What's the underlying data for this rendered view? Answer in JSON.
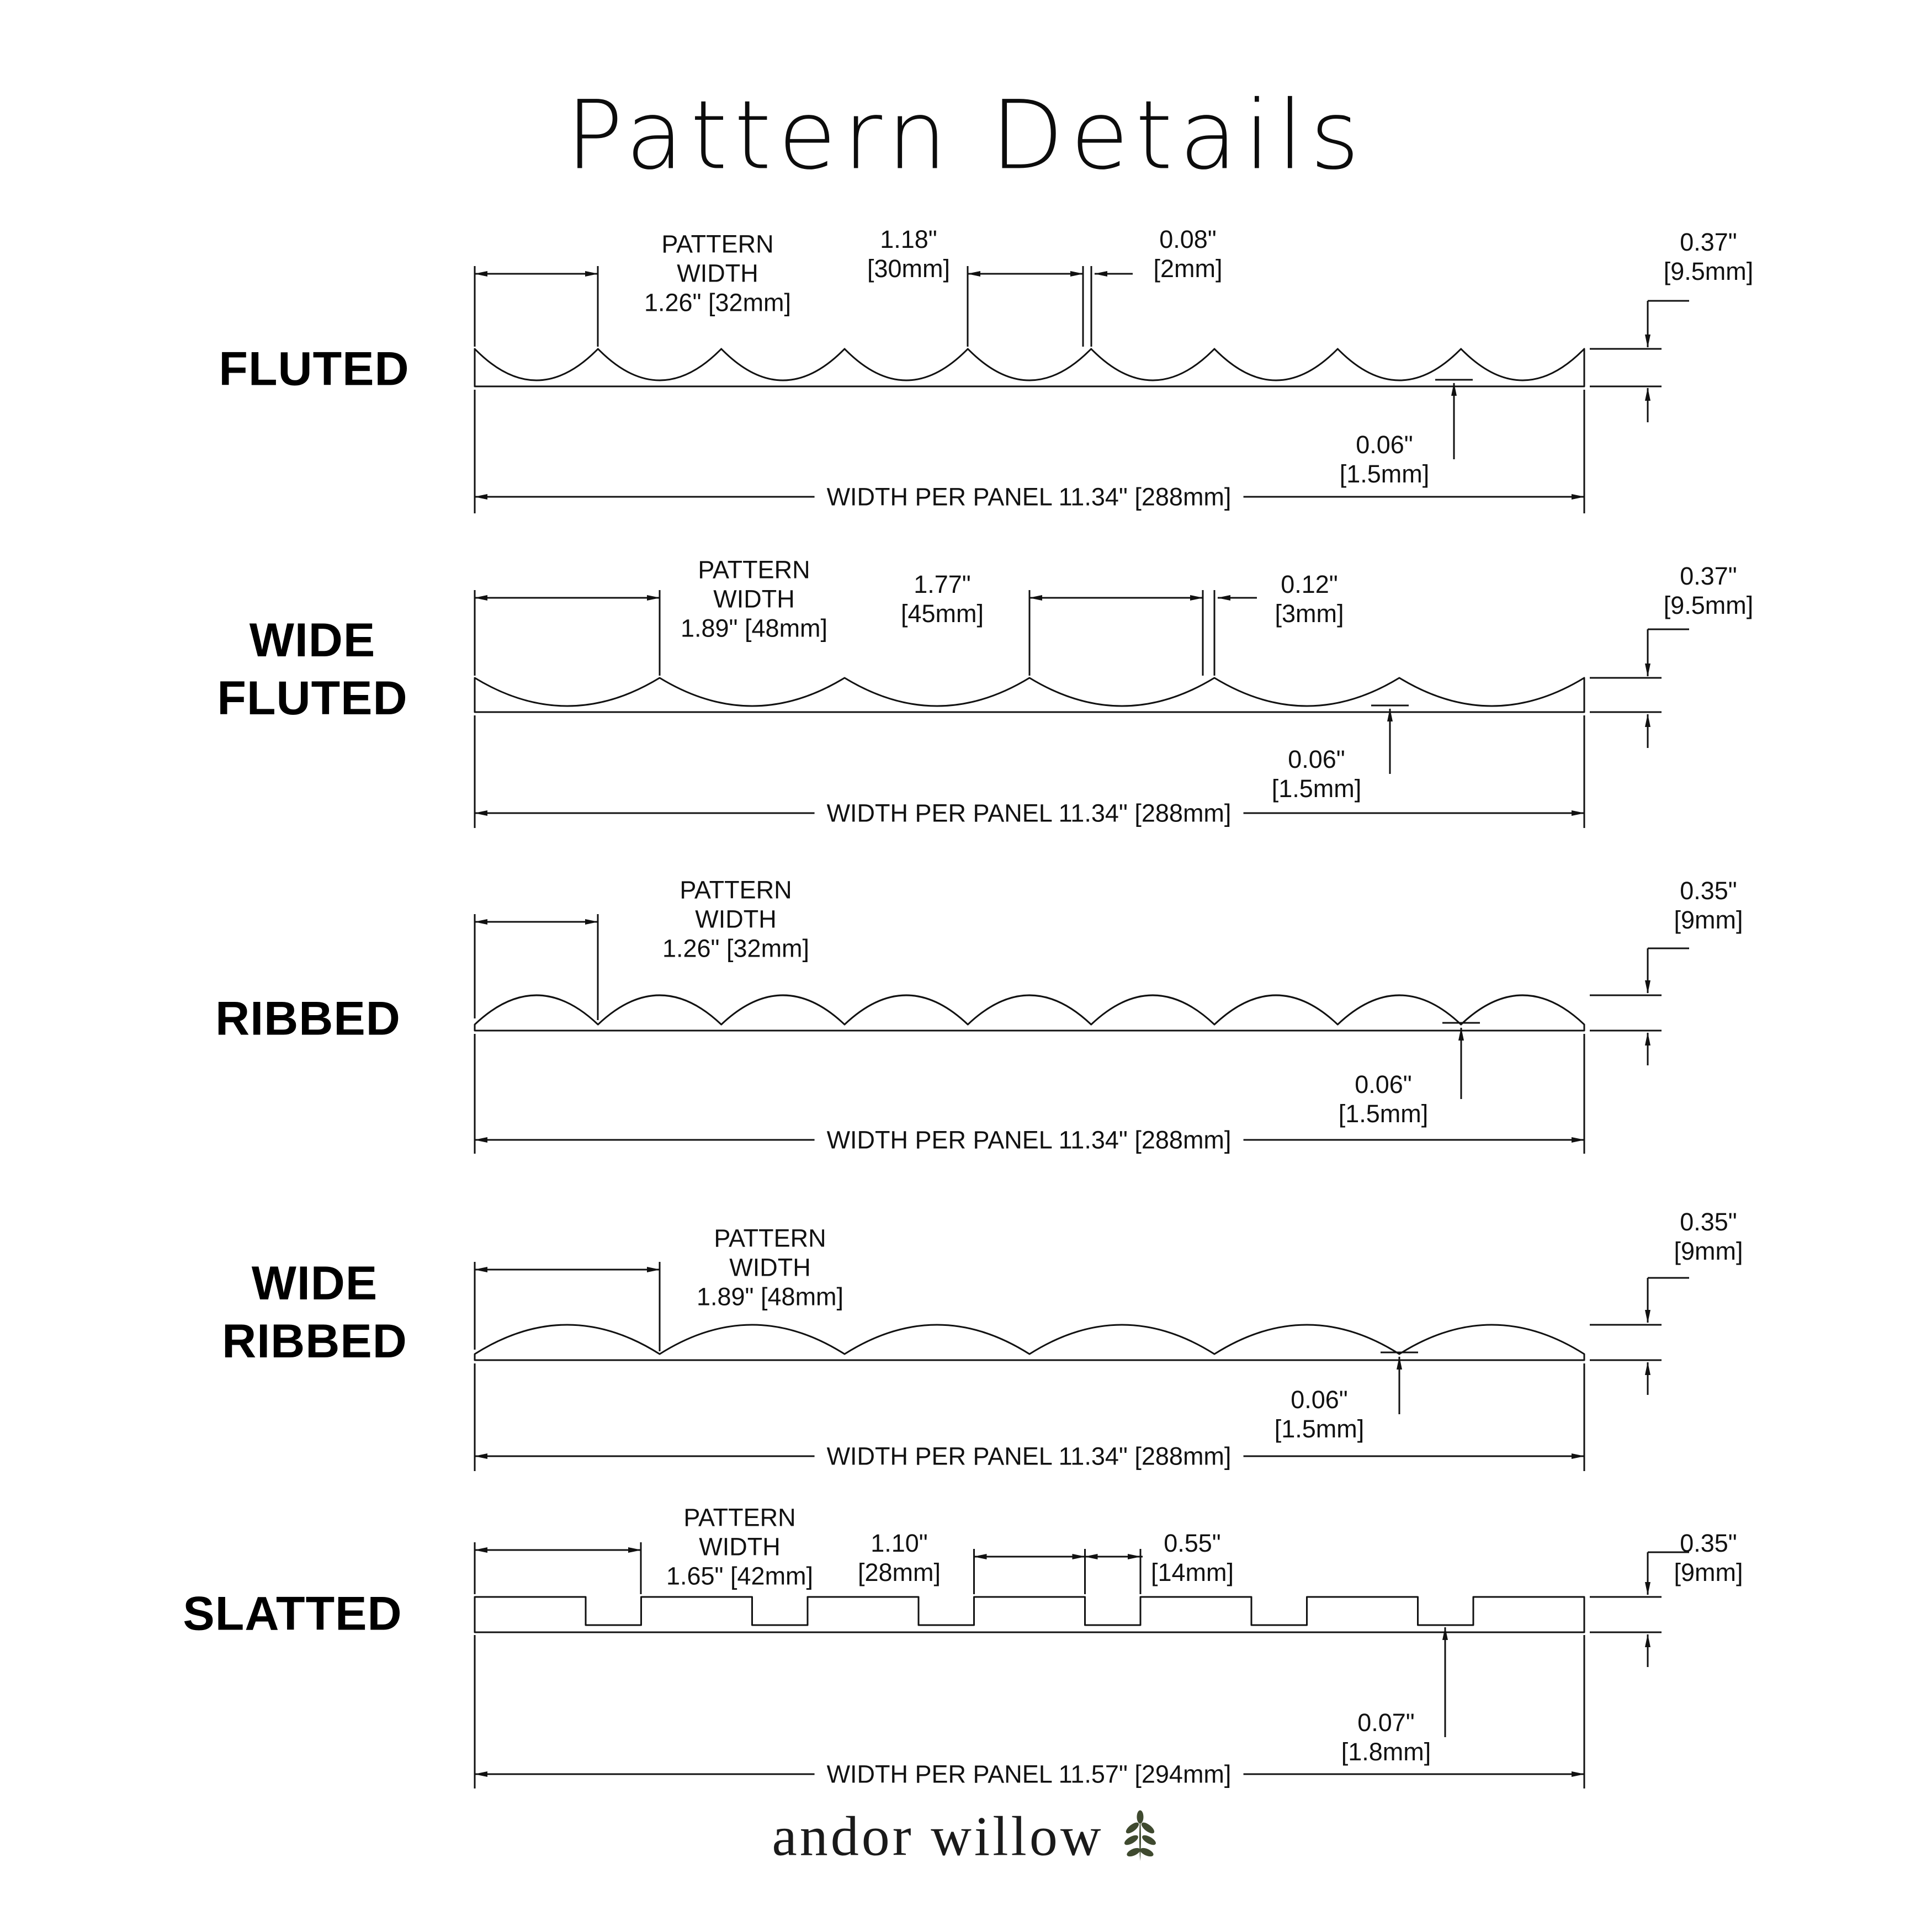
{
  "title": "Pattern Details",
  "rows": [
    {
      "label": "FLUTED",
      "pattern_width_label": "PATTERN\nWIDTH\n1.26\" [32mm]",
      "dim_a": "1.18\"\n[30mm]",
      "dim_b": "0.08\"\n[2mm]",
      "thickness": "0.37\"\n[9.5mm]",
      "base": "0.06\"\n[1.5mm]",
      "panel": "WIDTH PER PANEL 11.34\" [288mm]"
    },
    {
      "label": "WIDE\nFLUTED",
      "pattern_width_label": "PATTERN\nWIDTH\n1.89\" [48mm]",
      "dim_a": "1.77\"\n[45mm]",
      "dim_b": "0.12\"\n[3mm]",
      "thickness": "0.37\"\n[9.5mm]",
      "base": "0.06\"\n[1.5mm]",
      "panel": "WIDTH PER PANEL 11.34\" [288mm]"
    },
    {
      "label": "RIBBED",
      "pattern_width_label": "PATTERN\nWIDTH\n1.26\" [32mm]",
      "thickness": "0.35\"\n[9mm]",
      "base": "0.06\"\n[1.5mm]",
      "panel": "WIDTH PER PANEL 11.34\" [288mm]"
    },
    {
      "label": "WIDE\nRIBBED",
      "pattern_width_label": "PATTERN\nWIDTH\n1.89\" [48mm]",
      "thickness": "0.35\"\n[9mm]",
      "base": "0.06\"\n[1.5mm]",
      "panel": "WIDTH PER PANEL 11.34\" [288mm]"
    },
    {
      "label": "SLATTED",
      "pattern_width_label": "PATTERN\nWIDTH\n1.65\" [42mm]",
      "dim_a": "1.10\"\n[28mm]",
      "dim_b": "0.55\"\n[14mm]",
      "thickness": "0.35\"\n[9mm]",
      "base": "0.07\"\n[1.8mm]",
      "panel": "WIDTH PER PANEL 11.57\" [294mm]"
    }
  ],
  "footer": {
    "brand": "andor willow",
    "icon": "willow-sprig-icon",
    "icon_color": "#3f4a2f"
  },
  "colors": {
    "line": "#111111",
    "background": "#ffffff"
  }
}
